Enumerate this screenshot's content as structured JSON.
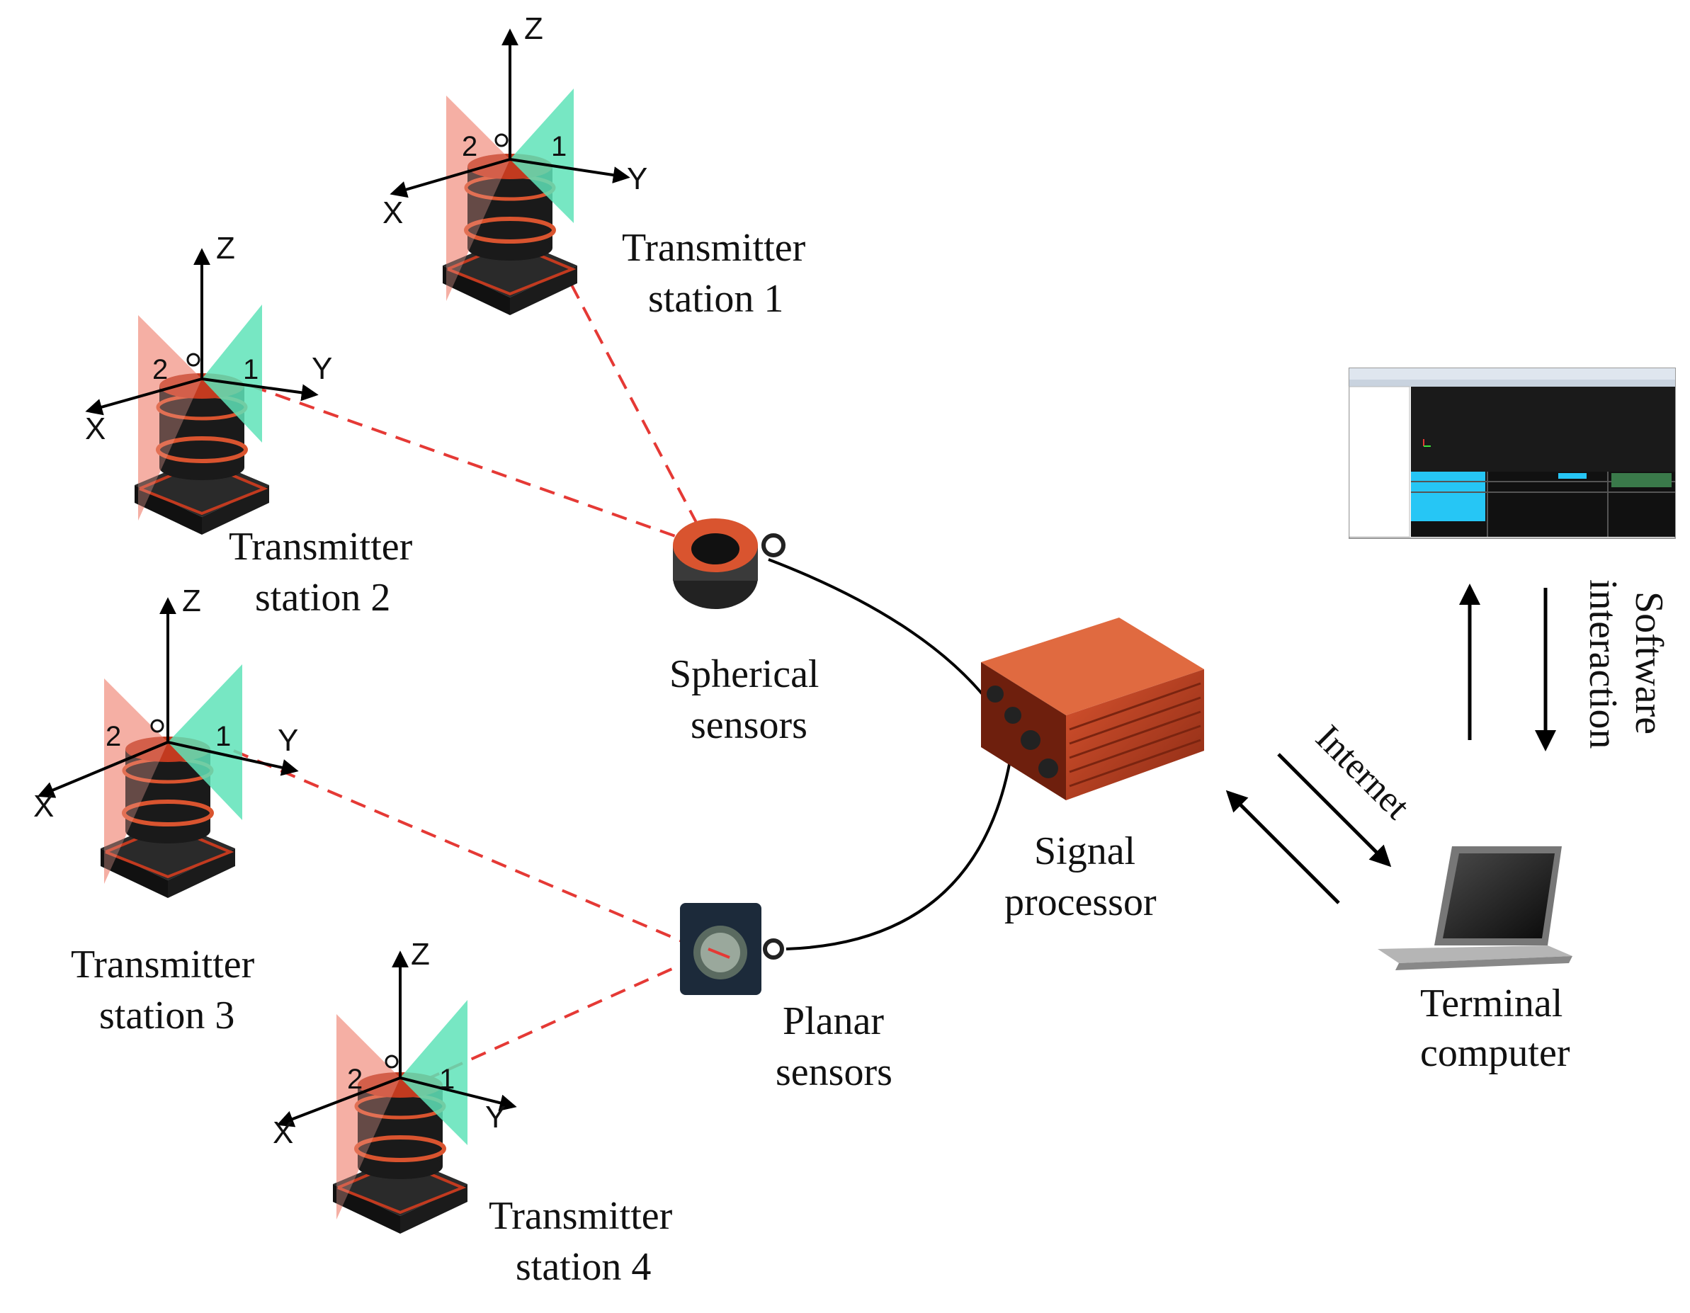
{
  "stations": [
    {
      "id": 1,
      "name_line1": "Transmitter",
      "name_line2": "station 1"
    },
    {
      "id": 2,
      "name_line1": "Transmitter",
      "name_line2": "station 2"
    },
    {
      "id": 3,
      "name_line1": "Transmitter",
      "name_line2": "station 3"
    },
    {
      "id": 4,
      "name_line1": "Transmitter",
      "name_line2": "station 4"
    }
  ],
  "axes": {
    "x": "X",
    "y": "Y",
    "z": "Z",
    "origin": "O"
  },
  "planes": {
    "plane1": "1",
    "plane2": "2"
  },
  "sensors": {
    "spherical": {
      "line1": "Spherical",
      "line2": "sensors"
    },
    "planar": {
      "line1": "Planar",
      "line2": "sensors"
    }
  },
  "signal_processor": {
    "line1": "Signal",
    "line2": "processor"
  },
  "internet_label": "Internet",
  "terminal_computer": {
    "line1": "Terminal",
    "line2": "computer"
  },
  "software_interaction": {
    "line1": "Software",
    "line2": "interaction"
  },
  "colors": {
    "plane1": "#5fe3b8",
    "plane2": "#f4a79a",
    "laser": "#e53935",
    "device_red": "#c23a1f",
    "device_black": "#1a1a1a"
  }
}
